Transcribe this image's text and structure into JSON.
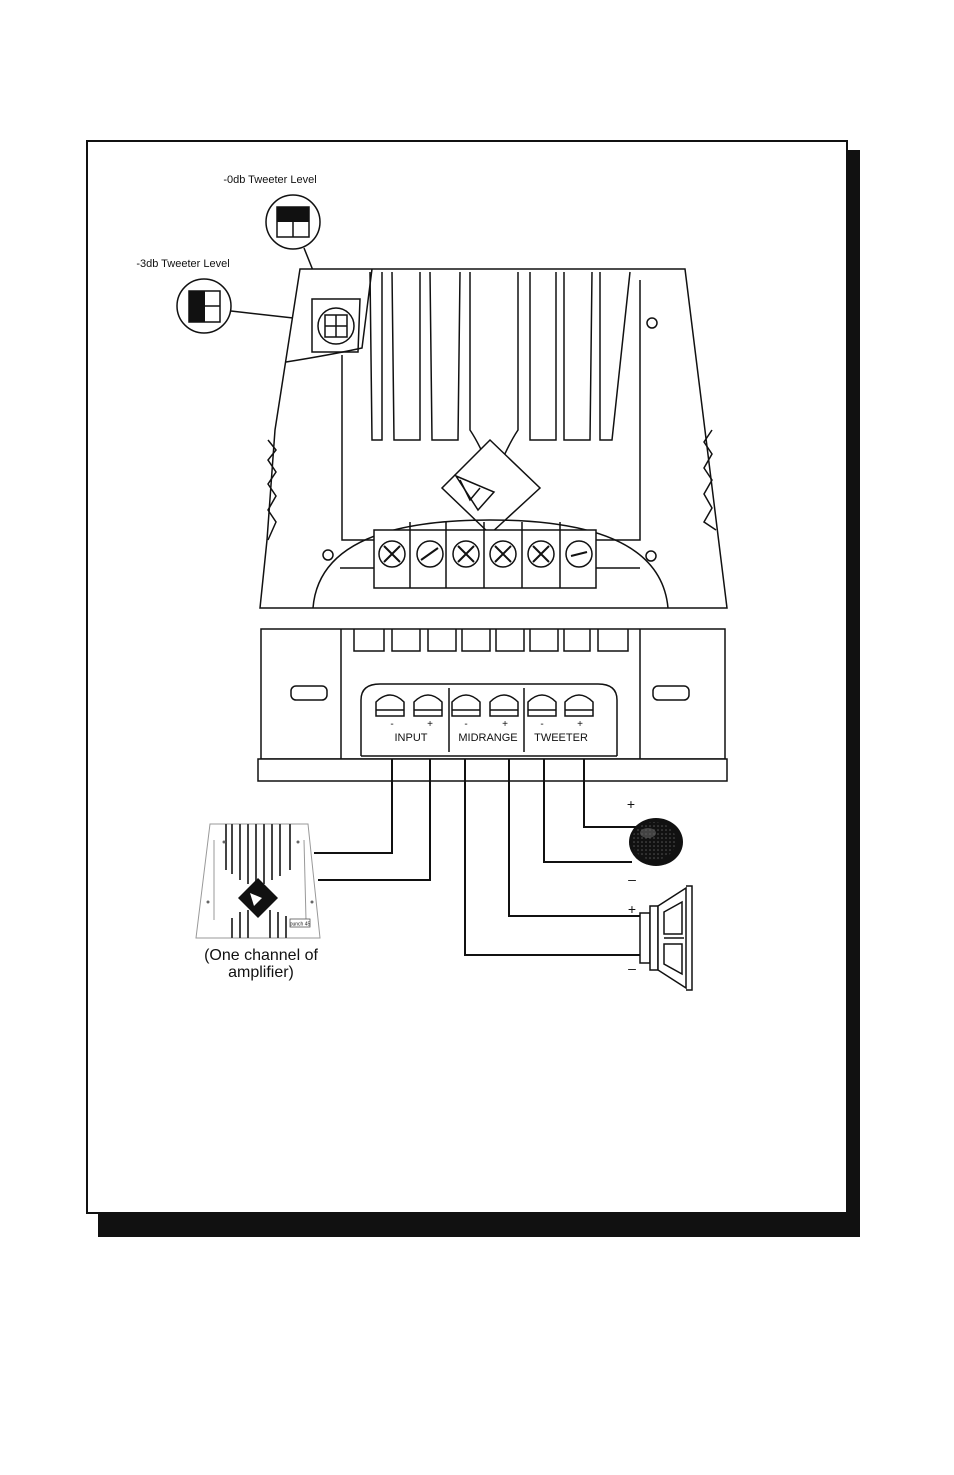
{
  "switch_labels": {
    "zero_db": "-0db Tweeter Level",
    "minus_three_db": "-3db Tweeter Level"
  },
  "terminal_labels": {
    "input": "INPUT",
    "midrange": "MIDRANGE",
    "tweeter": "TWEETER",
    "minus": "-",
    "plus": "+"
  },
  "speaker_polarity": {
    "tweeter_plus": "+",
    "tweeter_minus": "–",
    "woofer_plus": "+",
    "woofer_minus": "–"
  },
  "amplifier_caption": {
    "line1": "(One channel of",
    "line2": "amplifier)"
  },
  "amplifier_badge": "punch 45"
}
